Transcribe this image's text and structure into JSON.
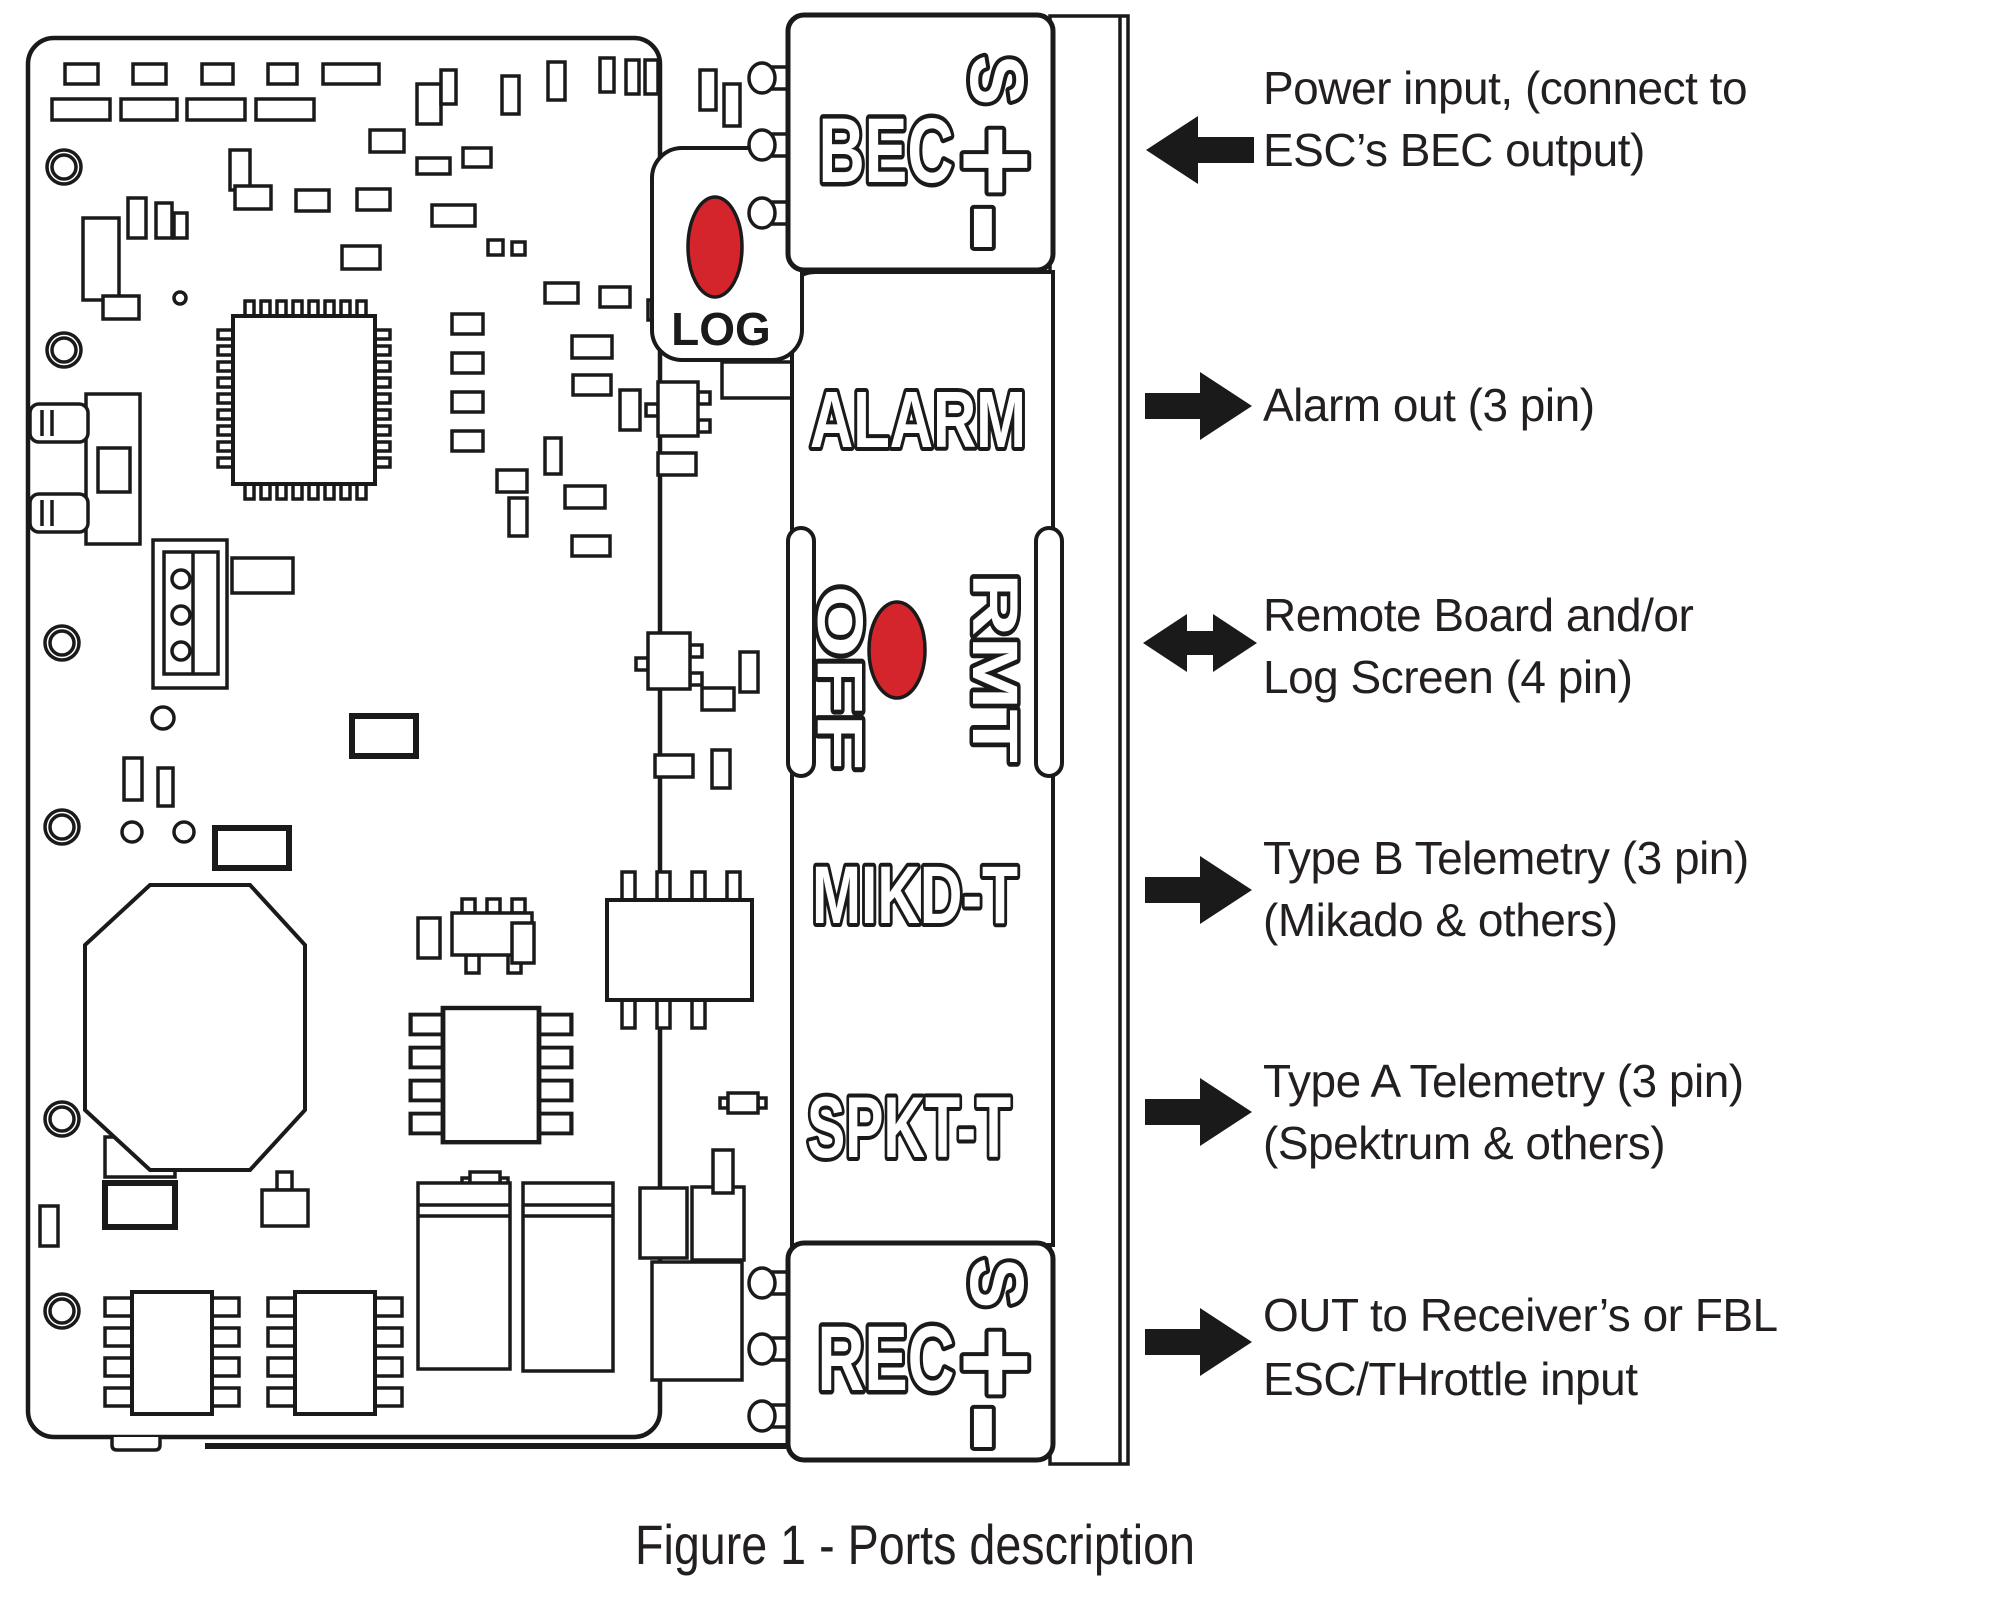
{
  "figure_caption": "Figure 1 - Ports description",
  "colors": {
    "led_red": "#d5252c",
    "line": "#1a1a1a"
  },
  "leds": [
    {
      "label": "LOG"
    },
    {
      "label": ""
    }
  ],
  "ports": [
    {
      "label": "BEC",
      "signals": {
        "s": "S",
        "plus": "+",
        "minus": "-"
      }
    },
    {
      "label": "ALARM"
    },
    {
      "label": "OFF"
    },
    {
      "label": "RMT"
    },
    {
      "label": "MIKD-T"
    },
    {
      "label": "SPKT-T"
    },
    {
      "label": "REC",
      "signals": {
        "s": "S",
        "plus": "+",
        "minus": "-"
      }
    }
  ],
  "annotations": [
    {
      "target": "BEC",
      "direction": "left",
      "line1": "Power input, (connect to",
      "line2": "ESC’s BEC output)"
    },
    {
      "target": "ALARM",
      "direction": "right",
      "line1": "Alarm out (3 pin)",
      "line2": ""
    },
    {
      "target": "RMT",
      "direction": "both",
      "line1": "Remote Board and/or",
      "line2": "Log Screen (4 pin)"
    },
    {
      "target": "MIKD-T",
      "direction": "right",
      "line1": "Type B Telemetry (3 pin)",
      "line2": "(Mikado & others)"
    },
    {
      "target": "SPKT-T",
      "direction": "right",
      "line1": "Type A Telemetry (3 pin)",
      "line2": "(Spektrum & others)"
    },
    {
      "target": "REC",
      "direction": "right",
      "line1": "OUT to Receiver’s or FBL",
      "line2": "ESC/THrottle input"
    }
  ]
}
